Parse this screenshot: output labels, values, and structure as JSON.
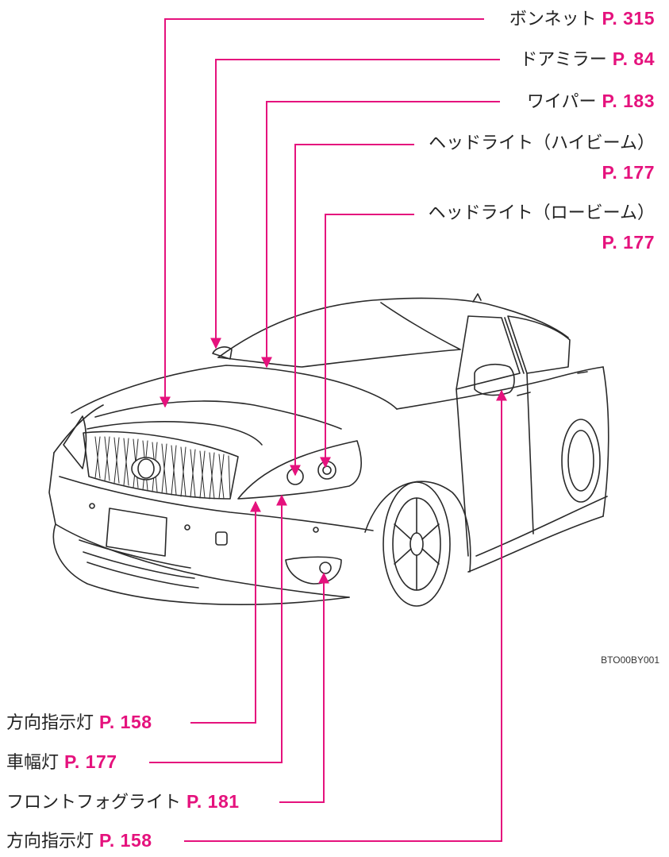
{
  "image_code": "BTO00BY001",
  "colors": {
    "leader": "#e5127d",
    "page_ref": "#e5127d",
    "text": "#222222",
    "drawing": "#2a2a2a"
  },
  "labels_top": [
    {
      "text": "ボンネット",
      "page": "P. 315"
    },
    {
      "text": "ドアミラー",
      "page": "P. 84"
    },
    {
      "text": "ワイパー",
      "page": "P. 183"
    },
    {
      "text": "ヘッドライト（ハイビーム）",
      "page": "P. 177"
    },
    {
      "text": "ヘッドライト（ロービーム）",
      "page": "P. 177"
    }
  ],
  "labels_bottom": [
    {
      "text": "方向指示灯",
      "page": "P. 158"
    },
    {
      "text": "車幅灯",
      "page": "P. 177"
    },
    {
      "text": "フロントフォグライト",
      "page": "P. 181"
    },
    {
      "text": "方向指示灯",
      "page": "P. 158"
    }
  ]
}
